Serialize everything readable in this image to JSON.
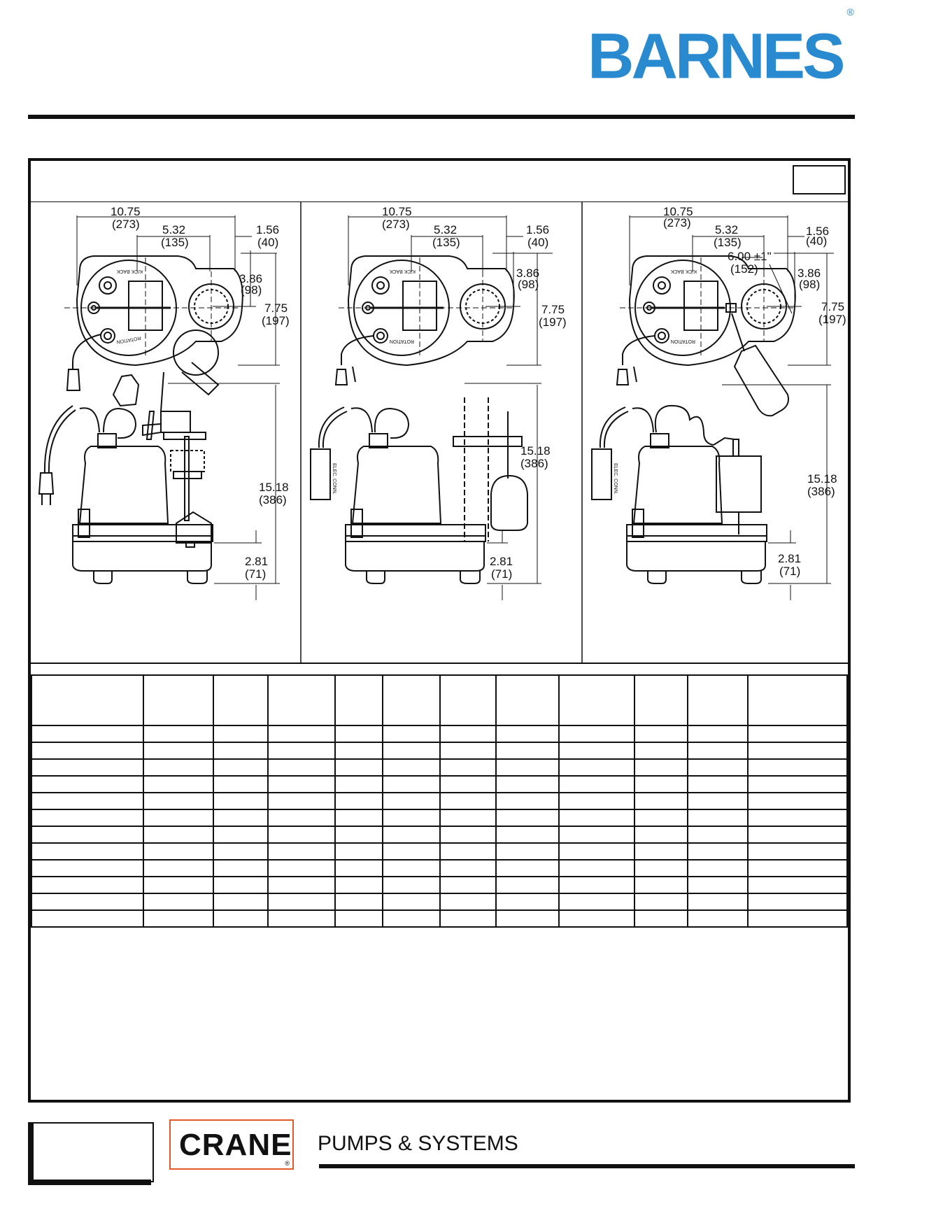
{
  "brand": {
    "name": "BARNES",
    "mark": "®"
  },
  "footer": {
    "company": "CRANE",
    "company_mark": "®",
    "division": "PUMPS & SYSTEMS"
  },
  "views": [
    {
      "top_dims": {
        "overall": "10.75",
        "overall_mm": "(273)",
        "center": "5.32",
        "center_mm": "(135)",
        "offset": "1.56",
        "offset_mm": "(40)",
        "half_height": "3.86",
        "half_height_mm": "(98)",
        "height": "7.75",
        "height_mm": "(197)"
      },
      "side_dims": {
        "total_height": "15.18",
        "total_height_mm": "(386)",
        "inlet": "2.81",
        "inlet_mm": "(71)"
      }
    },
    {
      "top_dims": {
        "overall": "10.75",
        "overall_mm": "(273)",
        "center": "5.32",
        "center_mm": "(135)",
        "offset": "1.56",
        "offset_mm": "(40)",
        "half_height": "3.86",
        "half_height_mm": "(98)",
        "height": "7.75",
        "height_mm": "(197)"
      },
      "side_dims": {
        "total_height": "15.18",
        "total_height_mm": "(386)",
        "inlet": "2.81",
        "inlet_mm": "(71)"
      },
      "label": "ELEC. CONN."
    },
    {
      "top_dims": {
        "overall": "10.75",
        "overall_mm": "(273)",
        "center": "5.32",
        "center_mm": "(135)",
        "offset": "1.56",
        "offset_mm": "(40)",
        "tether": "6.00 ±1\"",
        "tether_mm": "(152)",
        "half_height": "3.86",
        "half_height_mm": "(98)",
        "height": "7.75",
        "height_mm": "(197)"
      },
      "side_dims": {
        "total_height": "15.18",
        "total_height_mm": "(386)",
        "inlet": "2.81",
        "inlet_mm": "(71)"
      },
      "label": "ELEC. CONN."
    }
  ],
  "plate_text": {
    "back": "K/CK BACK",
    "rotation": "ROTATION"
  },
  "table": {
    "columns": 12,
    "body_rows": 12
  }
}
